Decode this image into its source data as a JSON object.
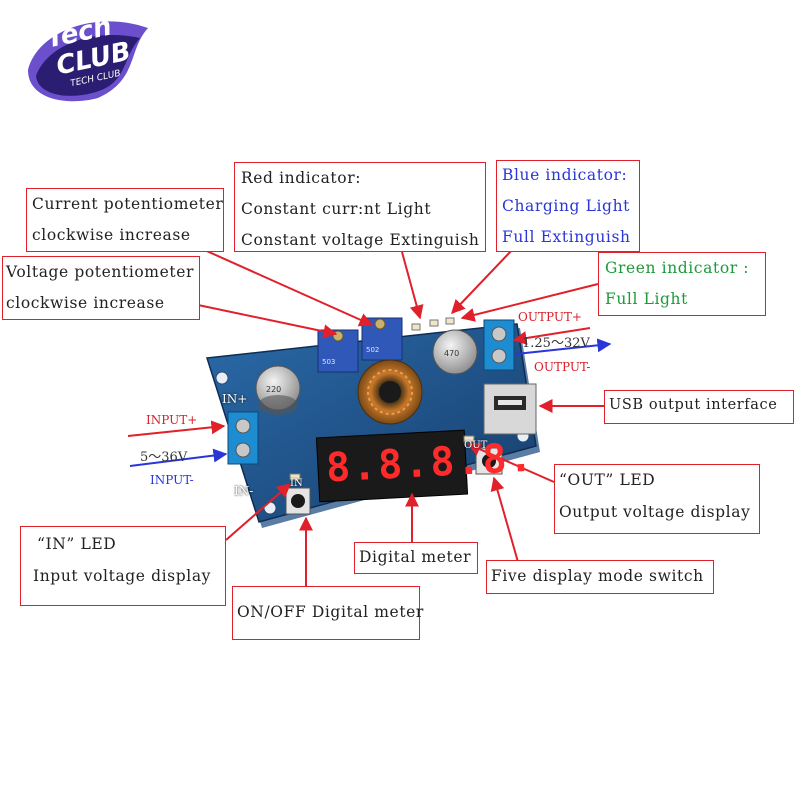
{
  "logo": {
    "line1": "Tech",
    "line2": "CLUB",
    "tagline": "TECH CLUB"
  },
  "callouts": {
    "red_indicator": {
      "line1": "Red indicator:",
      "line2": "Constant curr:nt Light",
      "line3": "Constant voltage Extinguish"
    },
    "blue_indicator": {
      "line1": "Blue indicator:",
      "line2": "Charging Light",
      "line3": "Full Extinguish"
    },
    "current_pot": {
      "line1": "Current potentiometer",
      "line2": "clockwise increase"
    },
    "voltage_pot": {
      "line1": "Voltage potentiometer",
      "line2": "clockwise increase"
    },
    "green_indicator": {
      "line1": "Green indicator :",
      "line2": "Full Light"
    },
    "usb_output": "USB output interface",
    "out_led": {
      "line1": "“OUT”  LED",
      "line2": "Output voltage display"
    },
    "in_led": {
      "line1": "“IN”  LED",
      "line2": "Input voltage display"
    },
    "digital_meter": "Digital meter",
    "mode_switch": "Five display mode switch",
    "onoff": "ON/OFF Digital meter"
  },
  "board_labels": {
    "output_plus": "OUTPUT+",
    "output_range": "1.25～32V",
    "output_minus": "OUTPUT-",
    "input_plus": "INPUT+",
    "input_range": "5～36V",
    "input_minus": "INPUT-",
    "display_digits": "8.8.8.8.",
    "in_silk": "IN",
    "out_silk": "OUT",
    "in_plus_silk": "IN+",
    "in_minus_silk": "IN-"
  },
  "colors": {
    "callout_border": "#e0202a",
    "arrow": "#e0202a",
    "output_arrow": "#2a36d8",
    "pcb": "#1e4f86",
    "led_digits": "#ff2a2a"
  }
}
